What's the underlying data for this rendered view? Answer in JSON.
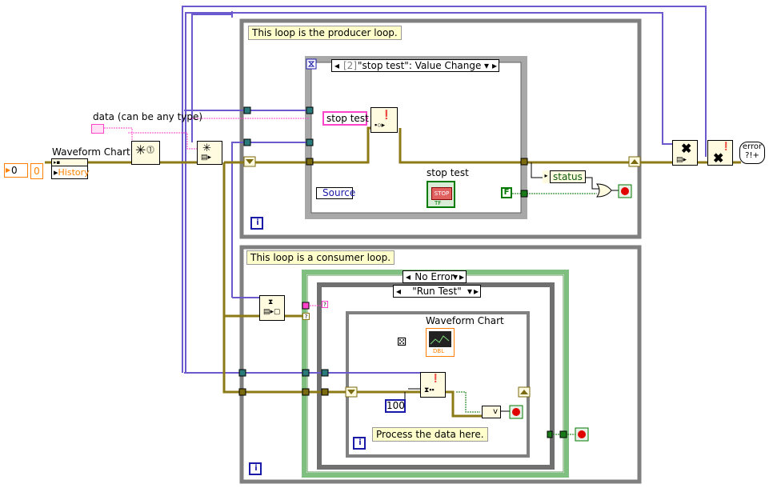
{
  "labels": {
    "data_control": "data (can be any type)",
    "waveform_chart_top": "Waveform Chart",
    "history": "History",
    "const_zero_a": "0",
    "const_zero_b": "0",
    "stop_test_label": "stop test",
    "source": "Source",
    "status": "status",
    "stop_button_text": "STOP",
    "tf_text": "TF",
    "false_const": "F",
    "waveform_chart_inner": "Waveform Chart",
    "const_100": "100",
    "error_text": "error",
    "dbl": "DBL",
    "loop_index": "i",
    "or_label": "v"
  },
  "notes": {
    "producer": "This loop is the producer loop.",
    "consumer": "This loop is a consumer loop.",
    "process": "Process the data here."
  },
  "event_structure": {
    "selector": "[2] \"stop test\": Value Change",
    "selector_index": "[2]",
    "selector_text": "\"stop test\": Value Change"
  },
  "event_terminal": "stop test",
  "case_structures": {
    "error_case": "No Error",
    "run_case": "\"Run Test\""
  },
  "colors": {
    "loop_border": "#808080",
    "error_wire": "#8c7a16",
    "queue_wire": "#5858a8",
    "string_wire": "#ff44cc",
    "bool_wire": "#007a00",
    "case_border_green": "#7fbf7f",
    "numeric_blue": "#1a1aa8",
    "numeric_orange": "#ff8000"
  }
}
